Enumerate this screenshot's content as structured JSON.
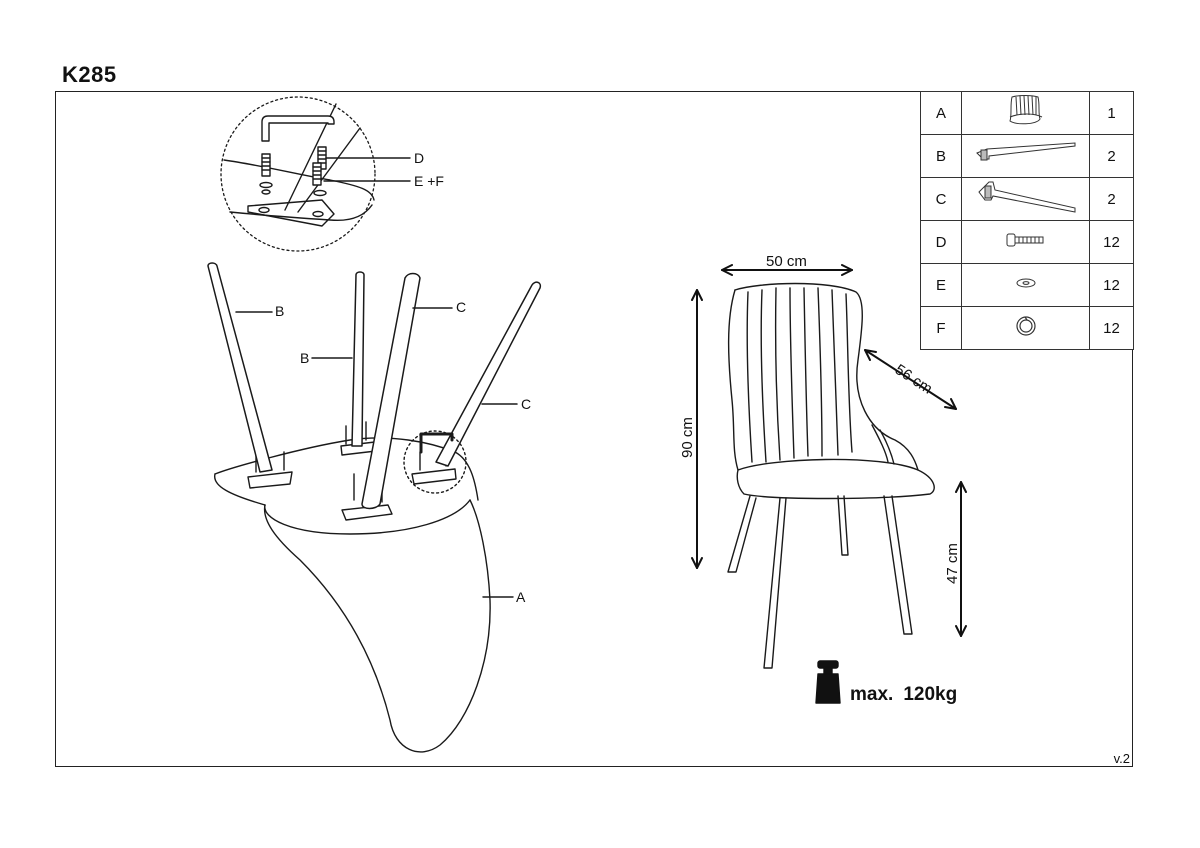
{
  "model": "K285",
  "version": "v.2",
  "parts": [
    {
      "letter": "A",
      "icon": "chair-seat-icon",
      "qty": "1"
    },
    {
      "letter": "B",
      "icon": "short-leg-icon",
      "qty": "2"
    },
    {
      "letter": "C",
      "icon": "long-leg-icon",
      "qty": "2"
    },
    {
      "letter": "D",
      "icon": "bolt-icon",
      "qty": "12"
    },
    {
      "letter": "E",
      "icon": "washer-icon",
      "qty": "12"
    },
    {
      "letter": "F",
      "icon": "spring-washer-icon",
      "qty": "12"
    }
  ],
  "assembly_labels": {
    "b_upper": "B",
    "b_lower": "B",
    "c_upper": "C",
    "c_lower": "C",
    "a": "A",
    "d": "D",
    "ef": "E +F"
  },
  "dimensions": {
    "width": "50 cm",
    "depth": "56 cm",
    "height": "90 cm",
    "seat_height": "47 cm"
  },
  "max_load": {
    "prefix": "max.",
    "value": "120kg"
  }
}
